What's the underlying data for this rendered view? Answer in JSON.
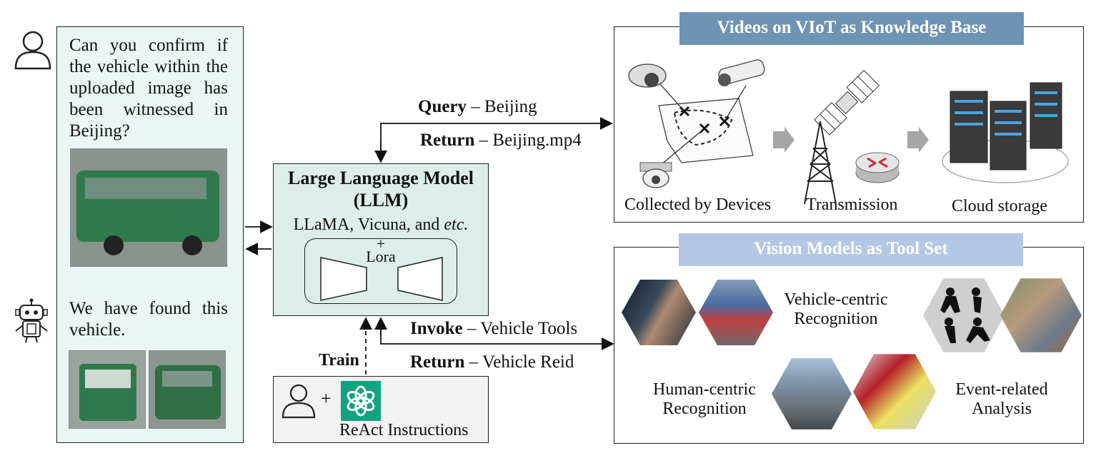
{
  "chat": {
    "user_question": "Can you confirm if the vehicle within the uploaded image has been witnessed in Beijing?",
    "bot_answer": "We have found this vehicle."
  },
  "llm": {
    "title_line1": "Large Language Model",
    "title_line2": "(LLM)",
    "examples_prefix": "LLaMA, Vicuna, and ",
    "examples_italic": "etc.",
    "plus": "+",
    "lora": "Lora"
  },
  "flows": {
    "query_bold": "Query",
    "query_rest": " – Beijing",
    "return1_bold": "Return",
    "return1_rest": " – Beijing.mp4",
    "invoke_bold": "Invoke",
    "invoke_rest": " – Vehicle Tools",
    "return2_bold": "Return",
    "return2_rest": " – Vehicle Reid",
    "train": "Train"
  },
  "react": {
    "plus": "+",
    "label": "ReAct Instructions"
  },
  "knowledge_base": {
    "banner": "Videos on VIoT as Knowledge Base",
    "collected": "Collected by Devices",
    "transmission": "Transmission",
    "cloud": "Cloud storage"
  },
  "tool_set": {
    "banner": "Vision Models as Tool Set",
    "vehicle_line1": "Vehicle-centric",
    "vehicle_line2": "Recognition",
    "human_line1": "Human-centric",
    "human_line2": "Recognition",
    "event_line1": "Event-related",
    "event_line2": "Analysis"
  },
  "colors": {
    "banner_top": "#6f93b2",
    "banner_bottom": "#b4c7e4",
    "llm_fill": "#dcedea",
    "chat_fill": "#ebf6f4",
    "openai_green": "#10a37f",
    "arrow_grey": "#a6a6a6",
    "router_red": "#d42a2a"
  },
  "icons": [
    "user-icon",
    "robot-icon",
    "openai-logo",
    "camera-icon",
    "satellite-icon",
    "tower-icon",
    "router-icon",
    "server-icon"
  ]
}
